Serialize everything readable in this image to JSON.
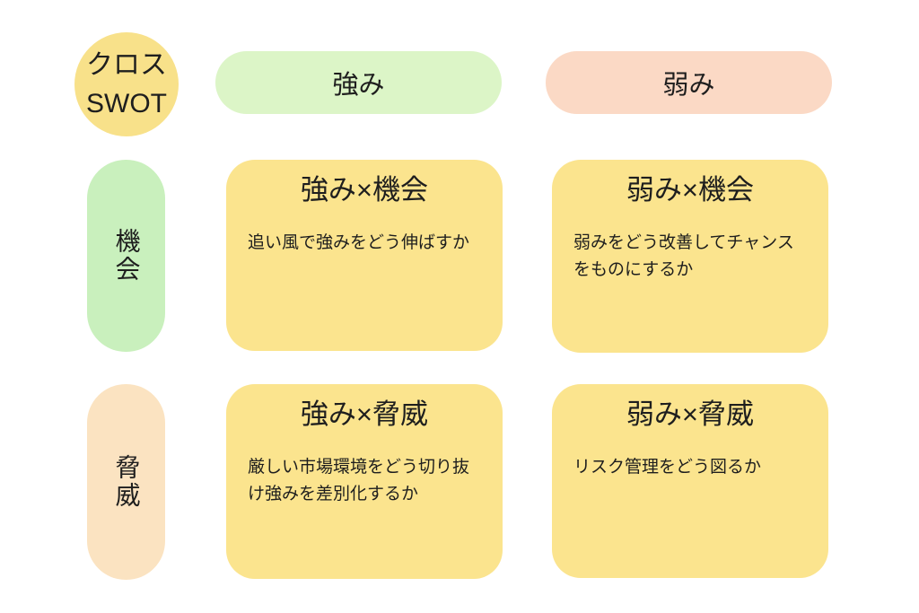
{
  "palette": {
    "background": "#FFFFFF",
    "text": "#1E1E1E",
    "yellow_circle": "#F8E18A",
    "yellow_cell": "#FBE48E",
    "green_header": "#DCF5C7",
    "green_pill": "#C9F0BD",
    "pink_header": "#FBD9C5",
    "peach_pill": "#FBE3C1"
  },
  "corner": {
    "line1": "クロス",
    "line2": "SWOT"
  },
  "column_headers": [
    {
      "id": "strengths",
      "label": "強み"
    },
    {
      "id": "weaknesses",
      "label": "弱み"
    }
  ],
  "row_headers": [
    {
      "id": "opportunities",
      "label": "機会"
    },
    {
      "id": "threats",
      "label": "脅威"
    }
  ],
  "cells": [
    {
      "id": "strengths-opportunities",
      "title": "強み×機会",
      "body": "追い風で強みをどう伸ばすか"
    },
    {
      "id": "weaknesses-opportunities",
      "title": "弱み×機会",
      "body": "弱みをどう改善してチャンスをものにするか"
    },
    {
      "id": "strengths-threats",
      "title": "強み×脅威",
      "body": "厳しい市場環境をどう切り抜け強みを差別化するか"
    },
    {
      "id": "weaknesses-threats",
      "title": "弱み×脅威",
      "body": "リスク管理をどう図るか"
    }
  ]
}
